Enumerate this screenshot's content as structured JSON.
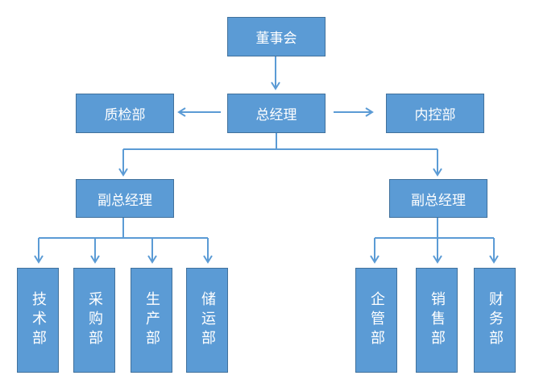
{
  "org_chart": {
    "board": "董事会",
    "general_manager": "总经理",
    "quality_dept": "质检部",
    "internal_control_dept": "内控部",
    "vice_gm_left": "副总经理",
    "vice_gm_right": "副总经理",
    "left_depts": [
      "技术部",
      "采购部",
      "生产部",
      "储运部"
    ],
    "right_depts": [
      "企管部",
      "销售部",
      "财务部"
    ]
  },
  "colors": {
    "node_fill": "#5b9bd5",
    "node_border": "#41719c",
    "connector": "#5b9bd5",
    "text": "#ffffff"
  }
}
